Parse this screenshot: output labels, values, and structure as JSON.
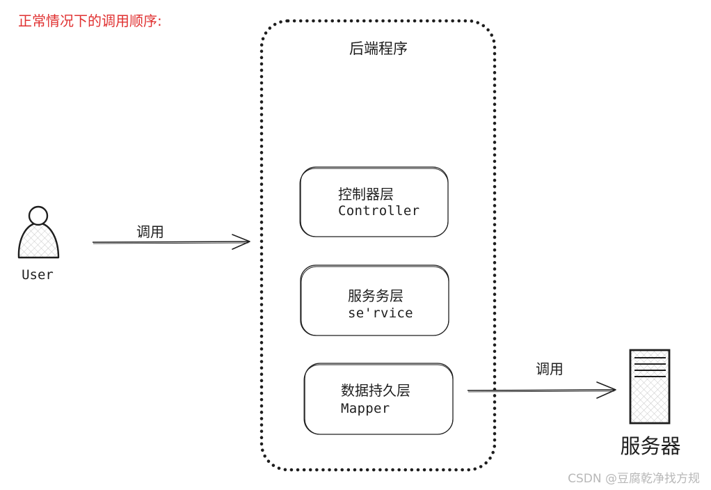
{
  "heading": "正常情况下的调用顺序:",
  "container": {
    "title": "后端程序"
  },
  "layers": [
    {
      "title": "控制器层",
      "subtitle": "Controller"
    },
    {
      "title": "服务务层",
      "subtitle": "se'rvice"
    },
    {
      "title": "数据持久层",
      "subtitle": "Mapper"
    }
  ],
  "user": {
    "label": "User"
  },
  "server": {
    "label": "服务器"
  },
  "arrows": {
    "user_to_backend": "调用",
    "mapper_to_server": "调用"
  },
  "watermark": "CSDN @豆腐乾净找方规",
  "colors": {
    "heading": "#e03131",
    "stroke": "#1e1e1e",
    "watermark": "#b8b8b8"
  }
}
